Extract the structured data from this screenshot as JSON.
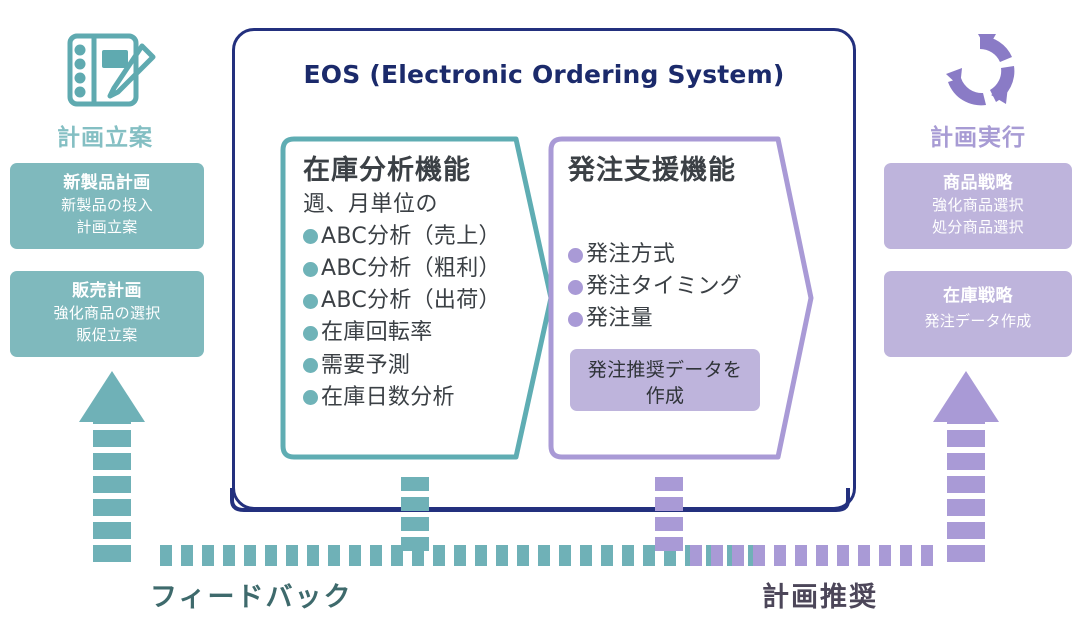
{
  "colors": {
    "navy": "#23307E",
    "teal": "#7FB9BD",
    "teal_dark": "#4E9BA1",
    "teal_line": "#5FADB3",
    "purple": "#BEB4DC",
    "purple_dark": "#8E7FC4",
    "purple_line": "#A99AD6",
    "text_dark": "#3B4045",
    "white": "#FFFFFF"
  },
  "left_column": {
    "icon": "notebook-pencil-icon",
    "heading": "計画立案",
    "cards": [
      {
        "title": "新製品計画",
        "lines": [
          "新製品の投入",
          "計画立案"
        ]
      },
      {
        "title": "販売計画",
        "lines": [
          "強化商品の選択",
          "販促立案"
        ]
      }
    ]
  },
  "right_column": {
    "icon": "circular-arrows-icon",
    "heading": "計画実行",
    "cards": [
      {
        "title": "商品戦略",
        "lines": [
          "強化商品選択",
          "処分商品選択"
        ]
      },
      {
        "title": "在庫戦略",
        "lines": [
          "発注データ作成"
        ]
      }
    ]
  },
  "eos": {
    "title": "EOS (Electronic Ordering System)",
    "panels": [
      {
        "id": "inventory-analysis",
        "accent": "teal",
        "title": "在庫分析機能",
        "subtitle": "週、月単位の",
        "bullets": [
          "ABC分析（売上）",
          "ABC分析（粗利）",
          "ABC分析（出荷）",
          "在庫回転率",
          "需要予測",
          "在庫日数分析"
        ],
        "tag": null
      },
      {
        "id": "ordering-support",
        "accent": "purple",
        "title": "発注支援機能",
        "subtitle": null,
        "bullets": [
          "発注方式",
          "発注タイミング",
          "発注量"
        ],
        "tag": {
          "line1": "発注推奨データを",
          "line2": "作成"
        }
      }
    ]
  },
  "flows": [
    {
      "id": "feedback",
      "label": "フィードバック",
      "accent": "teal"
    },
    {
      "id": "plan-recommendation",
      "label": "計画推奨",
      "accent": "purple"
    }
  ]
}
